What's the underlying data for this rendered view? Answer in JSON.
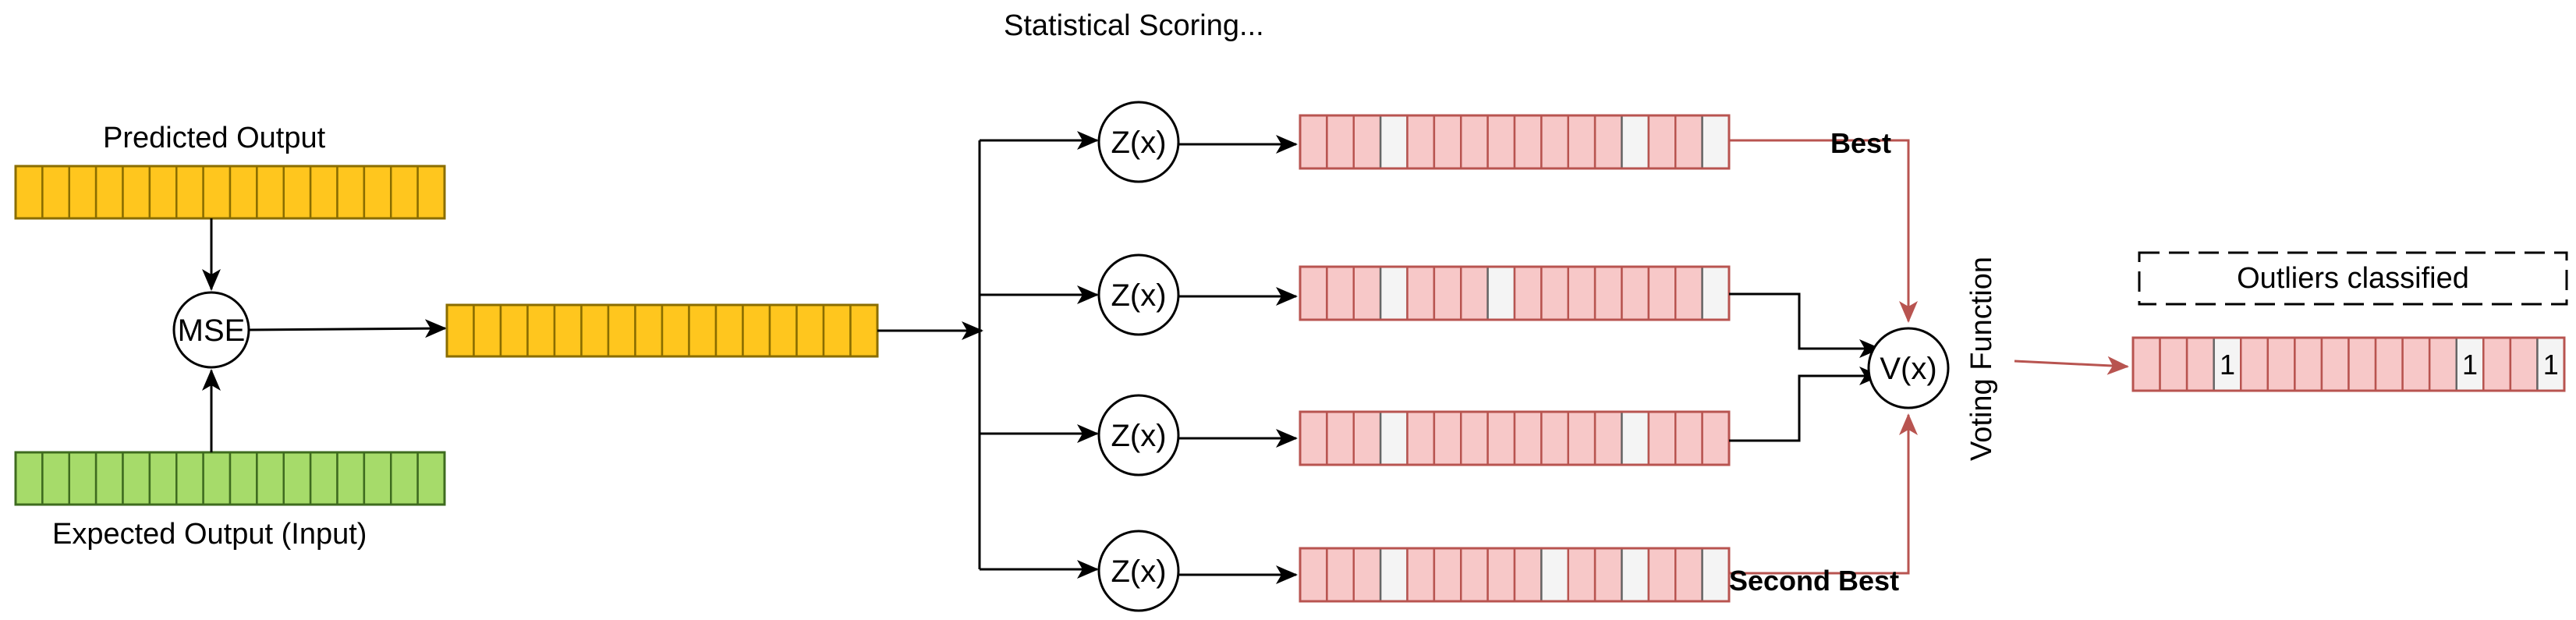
{
  "title": "Statistical Scoring...",
  "labels": {
    "predicted_output": "Predicted Output",
    "expected_output": "Expected Output (Input)",
    "best": "Best",
    "second_best": "Second Best",
    "voting_function": "Voting Function",
    "outliers_classified": "Outliers classified"
  },
  "nodes": {
    "mse": "MSE",
    "z": "Z(x)",
    "v": "V(x)"
  },
  "colors": {
    "yellow_fill": "#FFC61E",
    "yellow_stroke": "#8A6D00",
    "green_fill": "#A6DB6A",
    "green_stroke": "#3E6B1F",
    "red_fill": "#F7C8C8",
    "red_stroke": "#B85450",
    "grey_fill": "#F4F4F4",
    "grey_stroke": "#666666",
    "arrow_black": "#000000",
    "arrow_red": "#B85450"
  },
  "vectors": {
    "predicted": {
      "cells": 16
    },
    "expected": {
      "cells": 16
    },
    "error": {
      "cells": 16
    },
    "score_rows": [
      {
        "cells": 16,
        "flagged": [
          3,
          12,
          15
        ]
      },
      {
        "cells": 16,
        "flagged": [
          3,
          7,
          15
        ]
      },
      {
        "cells": 16,
        "flagged": [
          3,
          12
        ]
      },
      {
        "cells": 16,
        "flagged": [
          3,
          9,
          12,
          15
        ]
      }
    ],
    "output": {
      "cells": 16,
      "flagged": [
        3,
        12,
        15
      ],
      "flag_text": "1"
    }
  }
}
